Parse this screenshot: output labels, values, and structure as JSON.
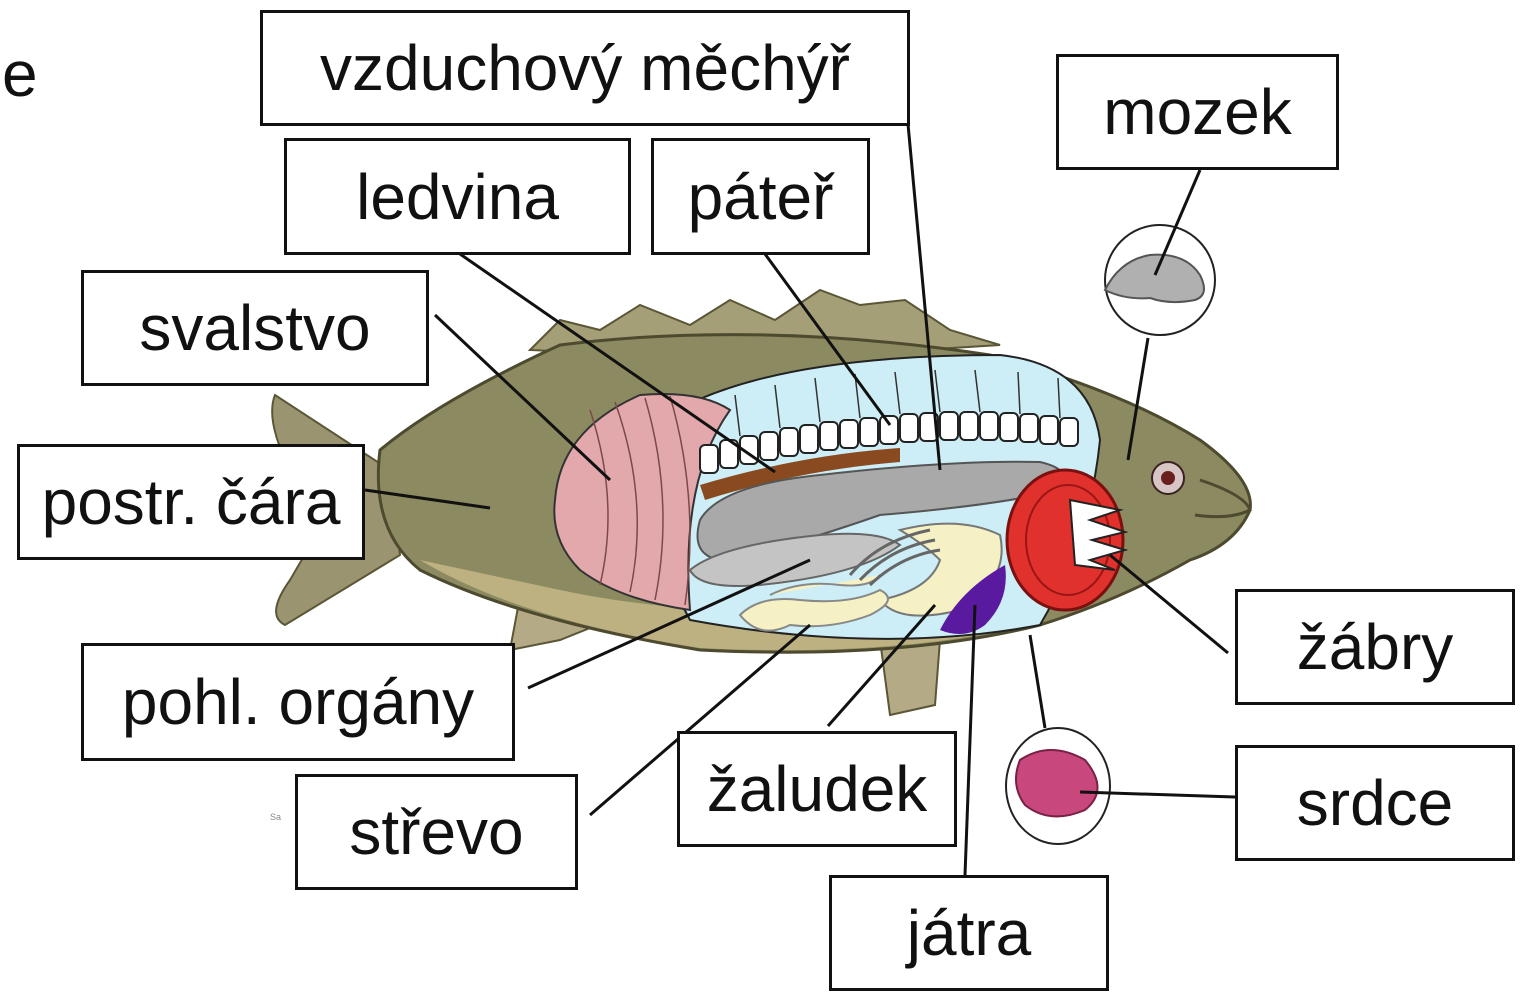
{
  "edge_fragment": "e",
  "tiny_mark": "Sa",
  "labels": {
    "vzduchovy_mechyr": "vzduchový měchýř",
    "mozek": "mozek",
    "ledvina": "ledvina",
    "pater": "páteř",
    "svalstvo": "svalstvo",
    "postr_cara": "postr. čára",
    "zabry": "žábry",
    "pohl_organy": "pohl. orgány",
    "srdce": "srdce",
    "zaludek": "žaludek",
    "strevo": "střevo",
    "jatra": "játra"
  },
  "colors": {
    "body_olive": "#8c8a60",
    "body_belly": "#c9b98a",
    "cavity": "#cdeef6",
    "muscle": "#e3a8ac",
    "organ_gray": "#a9a9a9",
    "intestine": "#f5f1c4",
    "liver": "#5a1aa0",
    "gills": "#e0312c",
    "heart": "#c8477d",
    "kidney": "#8a4a20",
    "line": "#111111"
  }
}
